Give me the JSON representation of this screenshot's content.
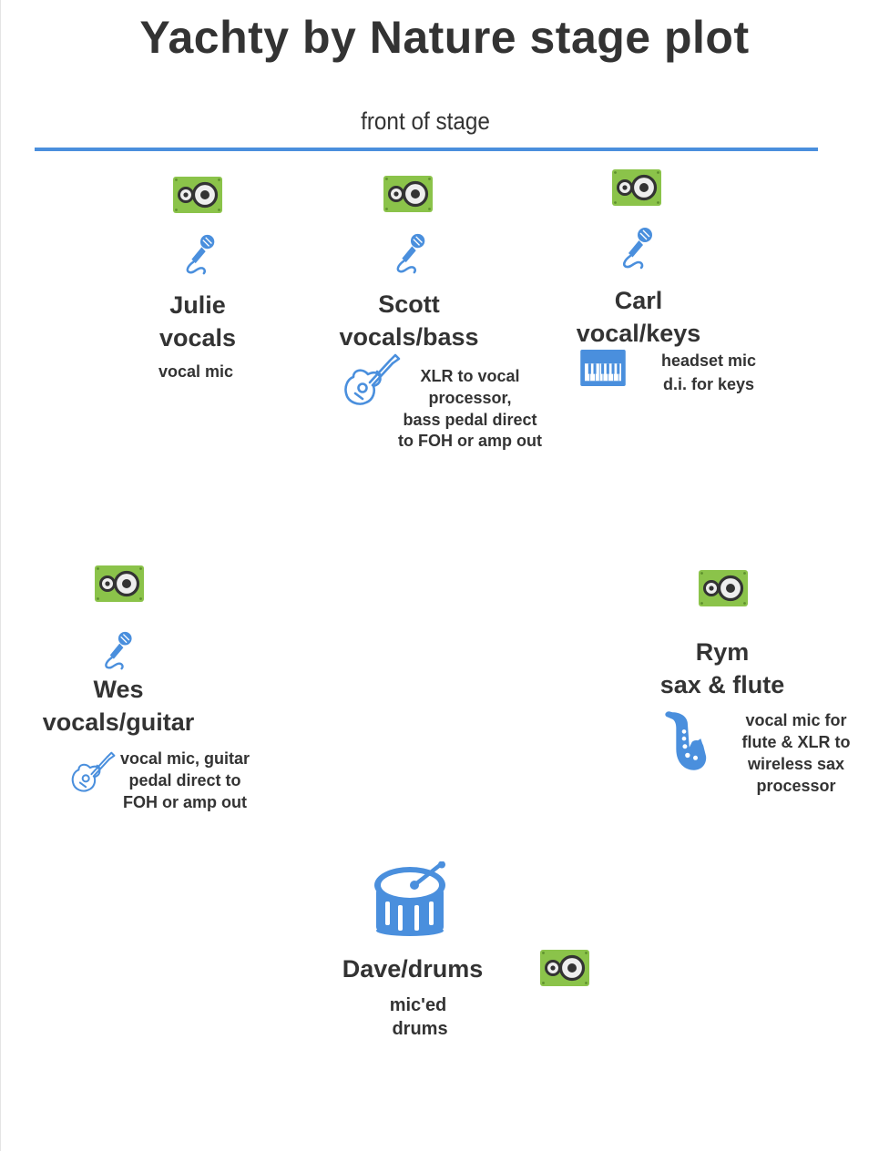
{
  "title": "Yachty by Nature stage plot",
  "front_label": "front of stage",
  "colors": {
    "stage_line": "#4a8fdd",
    "monitor_fill": "#8bc34a",
    "instrument_icon": "#4a8fdd",
    "text": "#333333"
  },
  "musicians": {
    "julie": {
      "name": "Julie",
      "role": "vocals",
      "note": "vocal mic",
      "icons": [
        "monitor-icon",
        "microphone-icon"
      ]
    },
    "scott": {
      "name": "Scott",
      "role": "vocals/bass",
      "note": [
        "XLR to vocal",
        "processor,",
        "bass pedal direct",
        "to FOH or amp out"
      ],
      "icons": [
        "monitor-icon",
        "microphone-icon",
        "guitar-icon"
      ]
    },
    "carl": {
      "name": "Carl",
      "role": "vocal/keys",
      "note": [
        "headset mic",
        "d.i. for keys"
      ],
      "icons": [
        "monitor-icon",
        "microphone-icon",
        "keyboard-icon"
      ]
    },
    "wes": {
      "name": "Wes",
      "role": "vocals/guitar",
      "note": [
        "vocal mic, guitar",
        "pedal direct to",
        "FOH or amp out"
      ],
      "icons": [
        "monitor-icon",
        "microphone-icon",
        "guitar-icon"
      ]
    },
    "rym": {
      "name": "Rym",
      "role": "sax & flute",
      "note": [
        "vocal mic for",
        "flute & XLR to",
        "wireless sax",
        "processor"
      ],
      "icons": [
        "monitor-icon",
        "saxophone-icon"
      ]
    },
    "dave": {
      "name": "Dave/drums",
      "note": [
        "mic'ed",
        "drums"
      ],
      "icons": [
        "drum-icon",
        "monitor-icon"
      ]
    }
  }
}
